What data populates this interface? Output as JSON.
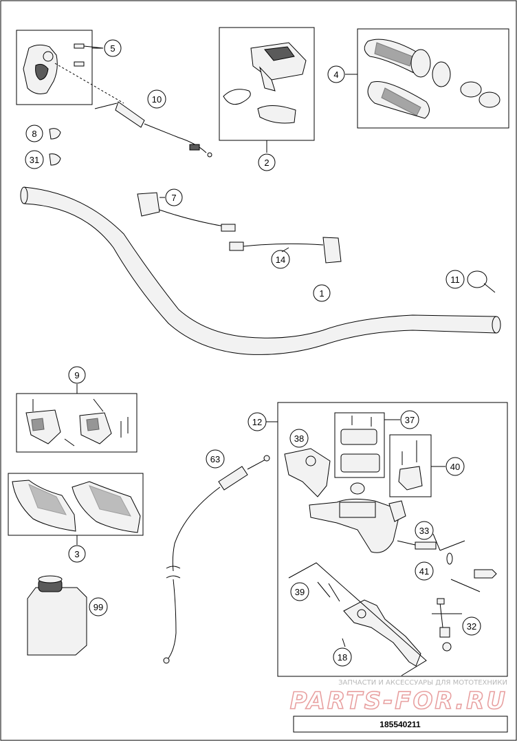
{
  "callouts": [
    "1",
    "2",
    "3",
    "4",
    "5",
    "7",
    "8",
    "9",
    "10",
    "11",
    "12",
    "14",
    "18",
    "31",
    "32",
    "33",
    "37",
    "38",
    "39",
    "40",
    "41",
    "63",
    "99"
  ],
  "footer": {
    "part_number": "185540211"
  },
  "watermark": {
    "tagline": "ЗАПЧАСТИ И АКСЕССУАРЫ ДЛЯ МОТОТЕХНИКИ",
    "brand": "PARTS-FOR.RU"
  },
  "colors": {
    "line": "#000000",
    "part_fill": "#f2f2f2",
    "watermark_text": "#b8b8b8",
    "watermark_brand": "#e8a0a0"
  }
}
